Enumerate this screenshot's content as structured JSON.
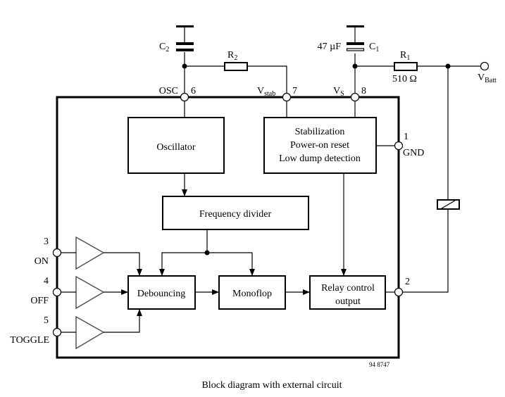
{
  "caption": "Block diagram with external circuit",
  "drawing_number": "94 8747",
  "blocks": {
    "oscillator": [
      "Oscillator"
    ],
    "stabilization": [
      "Stabilization",
      "Power-on reset",
      "Low dump detection"
    ],
    "frequency_divider": [
      "Frequency divider"
    ],
    "debouncing": [
      "Debouncing"
    ],
    "monoflop": [
      "Monoflop"
    ],
    "relay_control": [
      "Relay control",
      "output"
    ]
  },
  "pins": {
    "p1": {
      "number": "1",
      "name": "GND"
    },
    "p2": {
      "number": "2",
      "name": ""
    },
    "p3": {
      "number": "3",
      "name": "ON"
    },
    "p4": {
      "number": "4",
      "name": "OFF"
    },
    "p5": {
      "number": "5",
      "name": "TOGGLE"
    },
    "p6": {
      "number": "6",
      "name": "OSC"
    },
    "p7": {
      "number": "7",
      "name": "V",
      "sub": "stab"
    },
    "p8": {
      "number": "8",
      "name": "V",
      "sub": "S"
    }
  },
  "components": {
    "c2": {
      "name": "C",
      "sub": "2",
      "value": ""
    },
    "r2": {
      "name": "R",
      "sub": "2",
      "value": ""
    },
    "c1": {
      "name": "C",
      "sub": "1",
      "value": "47 µF"
    },
    "r1": {
      "name": "R",
      "sub": "1",
      "value": "510 Ω"
    },
    "vbatt": {
      "name": "V",
      "sub": "Batt"
    },
    "relay": {
      "name": "relay-coil"
    }
  }
}
